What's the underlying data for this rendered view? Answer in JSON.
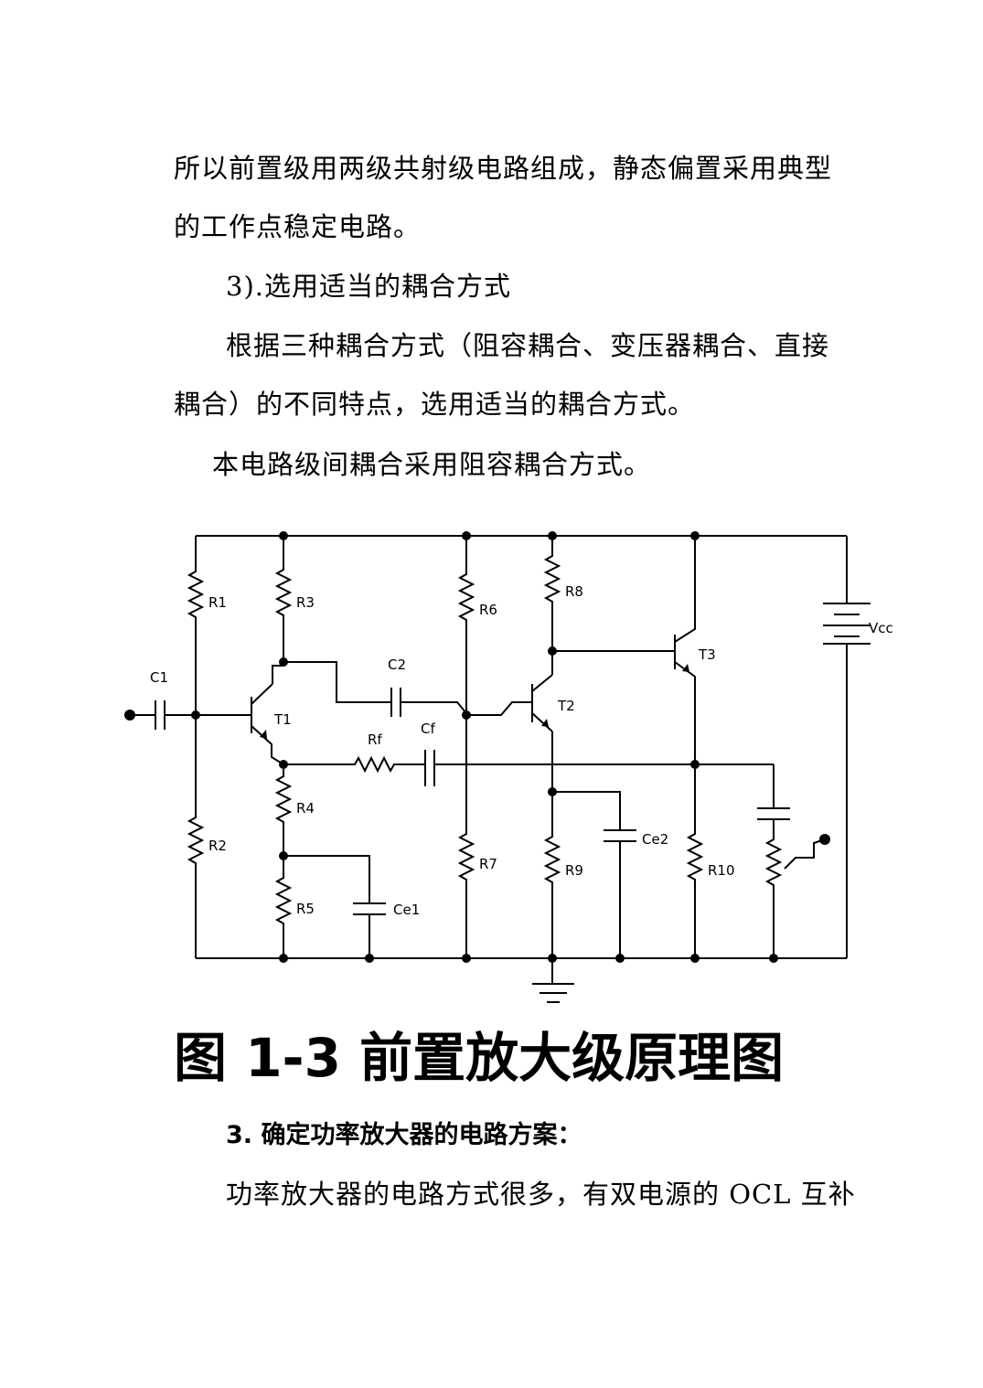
{
  "paragraphs": [
    "所以前置级用两级共射级电路组成，静态偏置采用典型",
    "的工作点稳定电路。",
    "3).选用适当的耦合方式",
    "根据三种耦合方式（阻容耦合、变压器耦合、直接",
    "耦合）的不同特点，选用适当的耦合方式。",
    "本电路级间耦合采用阻容耦合方式。"
  ],
  "circuit": {
    "labels": {
      "R1": "R1",
      "R2": "R2",
      "R3": "R3",
      "R4": "R4",
      "R5": "R5",
      "R6": "R6",
      "R7": "R7",
      "R8": "R8",
      "R9": "R9",
      "R10": "R10",
      "Rf": "Rf",
      "C1": "C1",
      "C2": "C2",
      "Cf": "Cf",
      "Ce1": "Ce1",
      "Ce2": "Ce2",
      "T1": "T1",
      "T2": "T2",
      "T3": "T3",
      "Vcc": "Vcc"
    }
  },
  "figure_title": "图 1-3 前置放大级原理图",
  "section_heading": "3. 确定功率放大器的电路方案：",
  "closing_paragraph": "功率放大器的电路方式很多，有双电源的 OCL 互补"
}
